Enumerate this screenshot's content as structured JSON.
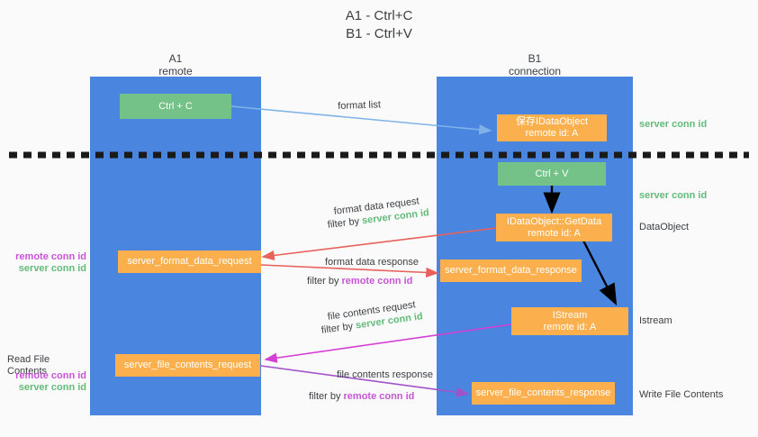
{
  "title": {
    "line1": "A1 - Ctrl+C",
    "line2": "B1 - Ctrl+V"
  },
  "lanes": [
    {
      "name": "A1",
      "sub": "remote"
    },
    {
      "name": "B1",
      "sub": "connection"
    }
  ],
  "boxes": {
    "ctrl_c": "Ctrl + C",
    "ctrl_v": "Ctrl + V",
    "idataobject": "保存IDataObject\nremote id: A",
    "getdata": "IDataObject::GetData\nremote id: A",
    "istream": "IStream\nremote id: A",
    "server_format_data_request": "server_format_data_request",
    "server_format_data_response": "server_format_data_response",
    "server_file_contents_request": "server_file_contents_request",
    "server_file_contents_response": "server_file_contents_response"
  },
  "right_labels": {
    "server_conn_id_top": "server conn id",
    "server_conn_id_mid": "server conn id",
    "dataobject": "DataObject",
    "istream": "Istream",
    "write_file_contents": "Write File Contents"
  },
  "left_labels": {
    "format_remote": "remote conn id",
    "format_server": "server conn id",
    "read_file_contents": "Read File Contents",
    "file_remote": "remote conn id",
    "file_server": "server conn id"
  },
  "edges": {
    "format_list": "format list",
    "format_data_request": "format data request",
    "format_data_request_filter_pre": "filter by ",
    "format_data_request_filter_key": "server conn id",
    "format_data_response": "format data response",
    "format_data_response_filter_pre": "filter by ",
    "format_data_response_filter_key": "remote conn id",
    "file_contents_request": "file contents request",
    "file_contents_request_filter_pre": "filter by ",
    "file_contents_request_filter_key": "server conn id",
    "file_contents_response": "file contents response",
    "file_contents_response_filter_pre": "filter by ",
    "file_contents_response_filter_key": "remote conn id"
  },
  "colors": {
    "lane": "#4a86e0",
    "green_box": "#74c287",
    "orange_box": "#fbb04d",
    "green_text": "#63bb7a",
    "purple_text": "#c755d6",
    "arrow_lightblue": "#7fb3e8",
    "arrow_red": "#e8615a",
    "arrow_magenta": "#d43fd4",
    "arrow_purple": "#a252c9",
    "arrow_black": "#000000",
    "dashed_line": "#1a1a1a",
    "background": "#fafafa"
  }
}
